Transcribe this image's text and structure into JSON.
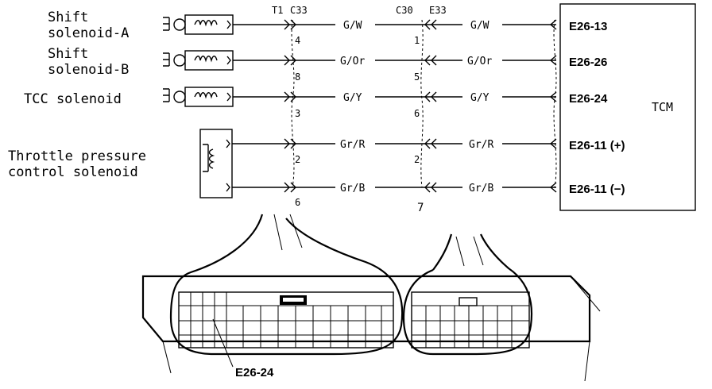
{
  "components": {
    "shift_solenoid_a": [
      "Shift",
      "solenoid-A"
    ],
    "shift_solenoid_b": [
      "Shift",
      "solenoid-B"
    ],
    "tcc_solenoid": "TCC solenoid",
    "throttle_pressure_control_solenoid": [
      "Throttle pressure",
      "control solenoid"
    ]
  },
  "connectors": {
    "t1": "T1",
    "c33": "C33",
    "c30": "C30",
    "e33": "E33"
  },
  "ecu": {
    "name": "TCM"
  },
  "circuits": [
    {
      "wire_color_left": "G/W",
      "wire_color_right": "G/W",
      "pin_t1_c33": "4",
      "pin_c30_e33": "1",
      "tcm_terminal": "E26-13"
    },
    {
      "wire_color_left": "G/Or",
      "wire_color_right": "G/Or",
      "pin_t1_c33": "8",
      "pin_c30_e33": "5",
      "tcm_terminal": "E26-26"
    },
    {
      "wire_color_left": "G/Y",
      "wire_color_right": "G/Y",
      "pin_t1_c33": "3",
      "pin_c30_e33": "6",
      "tcm_terminal": "E26-24"
    },
    {
      "wire_color_left": "Gr/R",
      "wire_color_right": "Gr/R",
      "pin_t1_c33": "2",
      "pin_c30_e33": "2",
      "tcm_terminal": "E26-11 (+)"
    },
    {
      "wire_color_left": "Gr/B",
      "wire_color_right": "Gr/B",
      "pin_t1_c33": "6",
      "pin_c30_e33": "7",
      "tcm_terminal": "E26-11 (−)"
    }
  ],
  "connector_view": {
    "callout_label": "E26-24"
  }
}
